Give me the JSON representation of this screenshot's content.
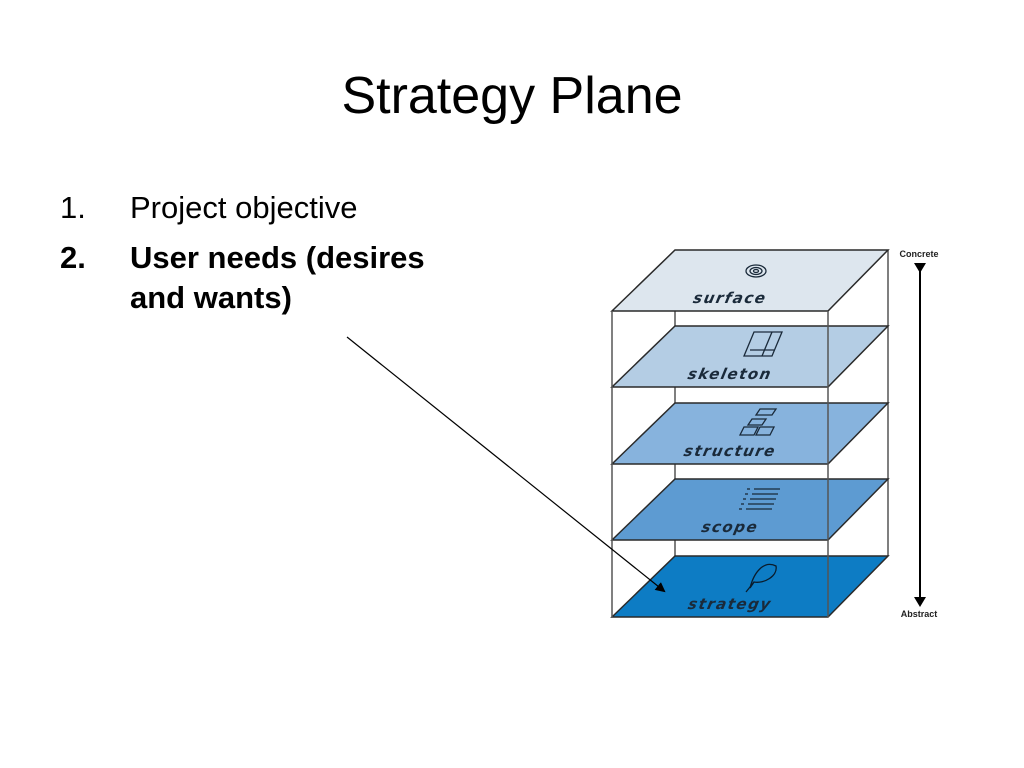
{
  "slide": {
    "title": "Strategy Plane"
  },
  "bullets": [
    {
      "number": "1.",
      "text": "Project objective",
      "bold": false
    },
    {
      "number": "2.",
      "text": "User needs (desires and wants)",
      "bold": true
    }
  ],
  "diagram": {
    "planes": [
      {
        "label": "surface",
        "icon": "fingerprint-icon",
        "color": "#dde6ee"
      },
      {
        "label": "skeleton",
        "icon": "layout-wireframe-icon",
        "color": "#b4cde4"
      },
      {
        "label": "structure",
        "icon": "flowchart-icon",
        "color": "#87b3dd"
      },
      {
        "label": "scope",
        "icon": "list-lines-icon",
        "color": "#5d9bd2"
      },
      {
        "label": "strategy",
        "icon": "leaf-pen-icon",
        "color": "#0d7cc4"
      }
    ],
    "axis": {
      "top_label": "Concrete",
      "bottom_label": "Abstract"
    }
  }
}
